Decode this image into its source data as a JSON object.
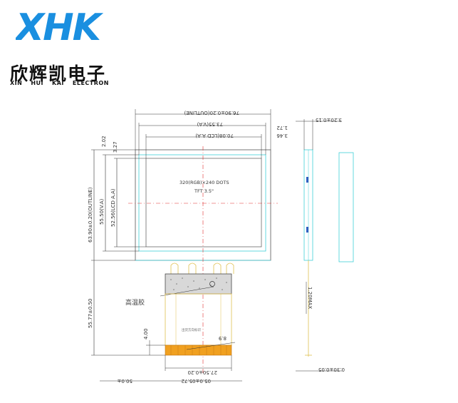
{
  "logo": {
    "letters": "XHK",
    "color": "#1a8fe0",
    "chinese_name": "欣辉凯电子",
    "english_words": [
      "XIN",
      "HUI",
      "KAI",
      "ELECTRON"
    ]
  },
  "front_view": {
    "dim_outline_width": "76.90±0.20(OUTLINE)",
    "dim_va_width": "73.55(V.A)",
    "dim_aa_width": "70.08(LCD  A.A)",
    "dim_top_right_1": "1.72",
    "dim_top_right_2": "3.46",
    "dim_left_top_1": "2.02",
    "dim_left_top_2": "3.27",
    "dim_outline_height": "63.90±0.20(OUTLINE)",
    "dim_va_height": "55.50(V.A)",
    "dim_aa_height": "52.56(LCD  A.A)",
    "resolution_label": "320(RGB)×240  DOTS",
    "panel_label": "TFT  3.5\"",
    "fpc_total_height": "55.77±0.50",
    "fpc_offset": "4.00",
    "fpc_contact_length": "8.9",
    "fpc_width": "27.50±0.20",
    "fpc_note": "高温胶",
    "fpc_small_text": "出货方向标识",
    "bottom_cut_left": "50.0±",
    "bottom_cut_right": "05.0±05.72"
  },
  "side_view": {
    "dim_thickness": "3.20±0.15",
    "dim_fpc_thickness": "1.20MAX",
    "dim_fpc_contact": "0.30±0.05"
  }
}
